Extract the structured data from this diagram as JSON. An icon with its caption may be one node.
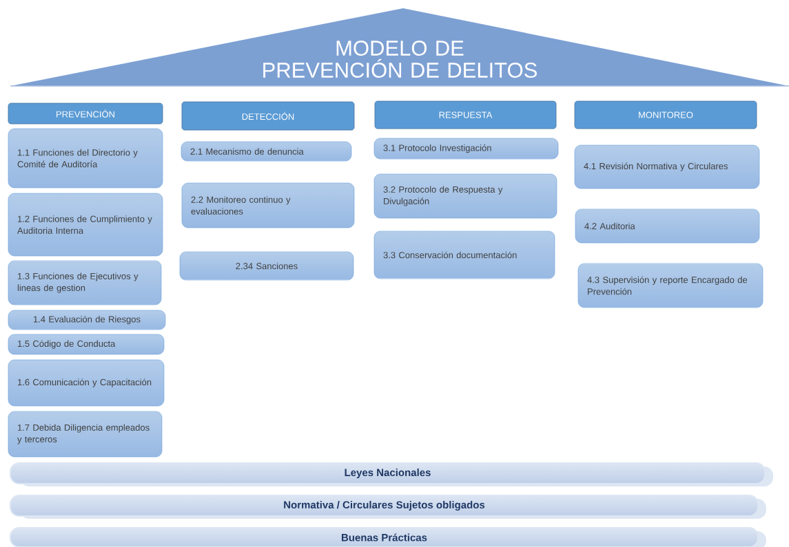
{
  "diagram": {
    "nodes": [
      {
        "text": [
          "MODELO DE PREVENCIÓN DE DELITOS"
        ]
      },
      {
        "text": [
          "PREVENCIÓN"
        ]
      },
      {
        "text": [
          "1.1 Funciones del Directorio y Comité de Auditoría"
        ]
      },
      {
        "text": [
          "1.2 Funciones de Cumplimiento y Auditoria Interna"
        ]
      },
      {
        "text": [
          "1.3 Funciones de Ejecutivos y lineas de gestion"
        ]
      },
      {
        "text": [
          "1.4 Evaluación de Riesgos"
        ]
      },
      {
        "text": [
          "1.5 Código de Conducta"
        ]
      },
      {
        "text": [
          "1.6 Comunicación y Capacitación"
        ]
      },
      {
        "text": [
          "1.7 Debida Diligencia empleados y terceros"
        ]
      },
      {
        "text": [
          "DETECCIÓN"
        ]
      },
      {
        "text": [
          "2.1 Mecanismo de denuncia"
        ]
      },
      {
        "text": [
          "2.2 Monitoreo continuo y evaluaciones"
        ]
      },
      {
        "text": [
          "2.34 Sanciones"
        ]
      },
      {
        "text": [
          "RESPUESTA"
        ]
      },
      {
        "text": [
          "3.1 Protocolo Investigación"
        ]
      },
      {
        "text": [
          "3.2 Protocolo de Respuesta y Divulgación"
        ]
      },
      {
        "text": [
          "3.3 Conservación documentación"
        ]
      },
      {
        "text": [
          "MONITOREO"
        ]
      },
      {
        "text": [
          "4.1 Revisión Normativa y Circulares"
        ]
      },
      {
        "text": [
          "4.2 Auditoria"
        ]
      },
      {
        "text": [
          "4.3 Supervisión y reporte Encargado de Prevención"
        ]
      },
      {
        "text": [
          "Leyes Nacionales"
        ]
      },
      {
        "text": [
          "Normativa / Circulares Sujetos obligados"
        ]
      },
      {
        "text": [
          "Buenas Prácticas"
        ]
      }
    ]
  }
}
